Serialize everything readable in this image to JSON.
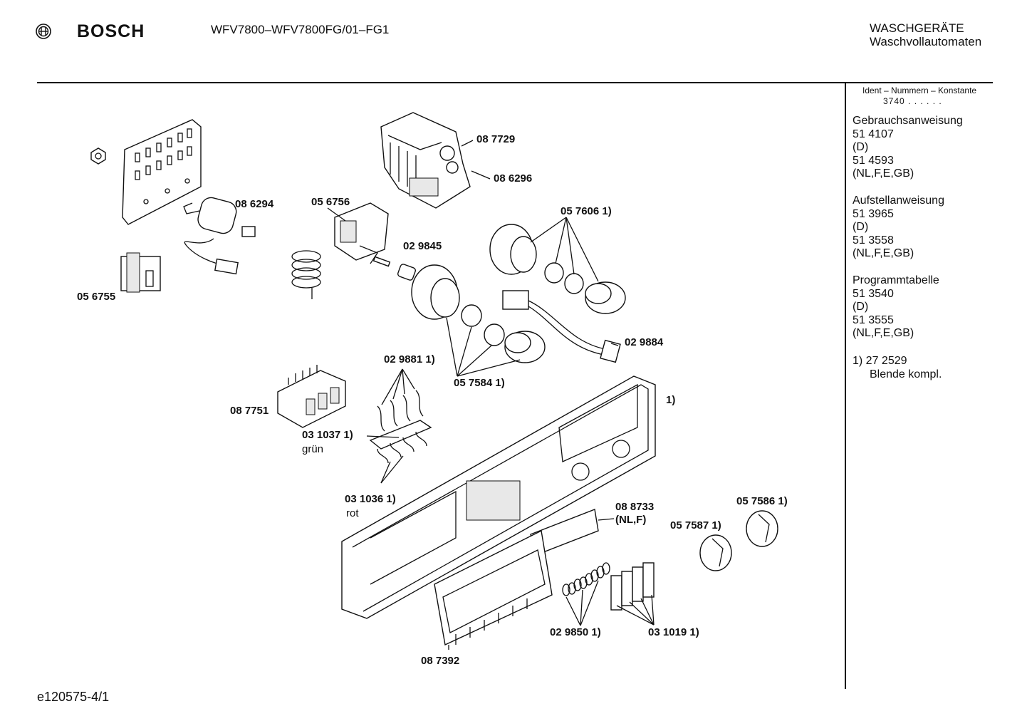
{
  "header": {
    "brand": "BOSCH",
    "model": "WFV7800–WFV7800FG/01–FG1",
    "category_line1": "WASCHGERÄTE",
    "category_line2": "Waschvollautomaten"
  },
  "sidebar": {
    "ident_label": "Ident – Nummern – Konstante",
    "ident_value": "3740 . . . . . .",
    "sections": [
      {
        "title": "Gebrauchsanweisung",
        "lines": [
          "51 4107",
          "(D)",
          "51 4593",
          "(NL,F,E,GB)"
        ]
      },
      {
        "title": "Aufstellanweisung",
        "lines": [
          "51 3965",
          "(D)",
          "51 3558",
          "(NL,F,E,GB)"
        ]
      },
      {
        "title": "Programmtabelle",
        "lines": [
          "51 3540",
          "(D)",
          "51 3555",
          "(NL,F,E,GB)"
        ]
      }
    ],
    "footnote_line1": "1)  27 2529",
    "footnote_line2": "Blende kompl."
  },
  "callouts": {
    "c087729": "08 7729",
    "c086296": "08 6296",
    "c086294": "08 6294",
    "c056756": "05 6756",
    "c057606": "05 7606 1)",
    "c029845": "02 9845",
    "c056755": "05 6755",
    "c029884": "02 9884",
    "c029881": "02 9881 1)",
    "c057584": "05 7584 1)",
    "c087751": "08 7751",
    "c031037": "03 1037 1)",
    "gruen": "grün",
    "panel_note": "1)",
    "c031036": "03 1036 1)",
    "rot": "rot",
    "c088733": "08 8733",
    "c088733b": "(NL,F)",
    "c057586": "05 7586 1)",
    "c057587": "05 7587 1)",
    "c029850": "02 9850 1)",
    "c031019": "03 1019 1)",
    "c087392": "08 7392"
  },
  "footer": {
    "code": "e120575-4/1"
  }
}
